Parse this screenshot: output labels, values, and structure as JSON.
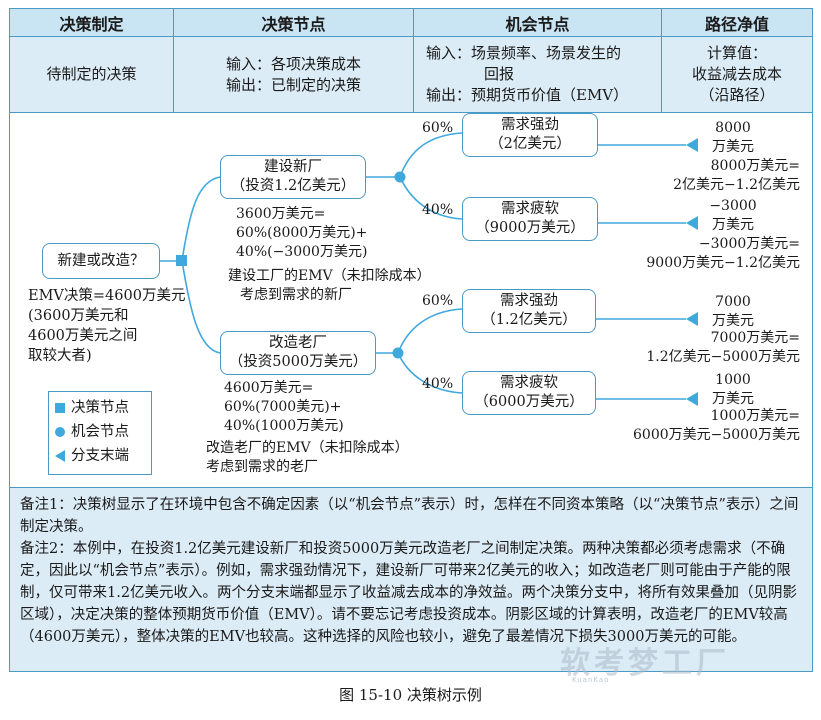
{
  "header": {
    "col1": "决策制定",
    "col2": "决策节点",
    "col3": "机会节点",
    "col4": "路径净值"
  },
  "row": {
    "col1": "待制定的决策",
    "col2_line1": "输入：各项决策成本",
    "col2_line2": "输出：已制定的决策",
    "col3_line1": "输入：场景频率、场景发生的",
    "col3_line2": "回报",
    "col3_line3": "输出：预期货币价值（EMV）",
    "col4_line1": "计算值：",
    "col4_line2": "收益减去成本",
    "col4_line3": "（沿路径）"
  },
  "tree": {
    "root_label": "新建或改造？",
    "emv_decision": [
      "EMV决策=4600万美元",
      "(3600万美元和",
      "4600万美元之间",
      "取较大者)"
    ],
    "option_new": [
      "建设新厂",
      "（投资1.2亿美元）"
    ],
    "option_new_calc": [
      "3600万美元=",
      "60%(8000万美元)+",
      "40%(−3000万美元)"
    ],
    "option_new_note": [
      "建设工厂的EMV（未扣除成本）",
      "考虑到需求的新厂"
    ],
    "option_old": [
      "改造老厂",
      "（投资5000万美元）"
    ],
    "option_old_calc": [
      "4600万美元=",
      "60%(7000美元)+",
      "40%(1000万美元)"
    ],
    "option_old_note": [
      "改造老厂的EMV（未扣除成本）",
      "考虑到需求的老厂"
    ],
    "branches": [
      {
        "prob": "60%",
        "label": [
          "需求强劲",
          "（2亿美元）"
        ],
        "value": [
          "8000",
          "万美元"
        ],
        "formula": [
          "8000万美元=",
          "2亿美元−1.2亿美元"
        ]
      },
      {
        "prob": "40%",
        "label": [
          "需求疲软",
          "（9000万美元）"
        ],
        "value": [
          "−3000",
          "万美元"
        ],
        "formula": [
          "−3000万美元=",
          "9000万美元−1.2亿美元"
        ]
      },
      {
        "prob": "60%",
        "label": [
          "需求强劲",
          "（1.2亿美元）"
        ],
        "value": [
          "7000",
          "万美元"
        ],
        "formula": [
          "7000万美元=",
          "1.2亿美元−5000万美元"
        ]
      },
      {
        "prob": "40%",
        "label": [
          "需求疲软",
          "（6000万美元）"
        ],
        "value": [
          "1000",
          "万美元"
        ],
        "formula": [
          "1000万美元=",
          "6000万美元−5000万美元"
        ]
      }
    ]
  },
  "legend": {
    "decision": "决策节点",
    "chance": "机会节点",
    "end": "分支末端"
  },
  "notes": {
    "note1": "备注1：决策树显示了在环境中包含不确定因素（以“机会节点”表示）时，怎样在不同资本策略（以“决策节点”表示）之间制定决策。",
    "note2": "备注2：本例中，在投资1.2亿美元建设新厂和投资5000万美元改造老厂之间制定决策。两种决策都必须考虑需求（不确定，因此以“机会节点”表示）。例如，需求强劲情况下，建设新厂可带来2亿美元的收入；如改造老厂则可能由于产能的限制，仅可带来1.2亿美元收入。两个分支末端都显示了收益减去成本的净效益。两个决策分支中，将所有效果叠加（见阴影区域），决定决策的整体预期货币价值（EMV）。请不要忘记考虑投资成本。阴影区域的计算表明，改造老厂的EMV较高（4600万美元），整体决策的EMV也较高。这种选择的风险也较小，避免了最差情况下损失3000万美元的可能。"
  },
  "caption": "图 15-10    决策树示例",
  "watermark": "软考梦工厂",
  "watermark_small": "KuanKao",
  "colors": {
    "border": "#4a9ac8",
    "header_bg": "#c9e4f3",
    "cell_bg": "#dcecf6",
    "node": "#3fa8dc"
  }
}
